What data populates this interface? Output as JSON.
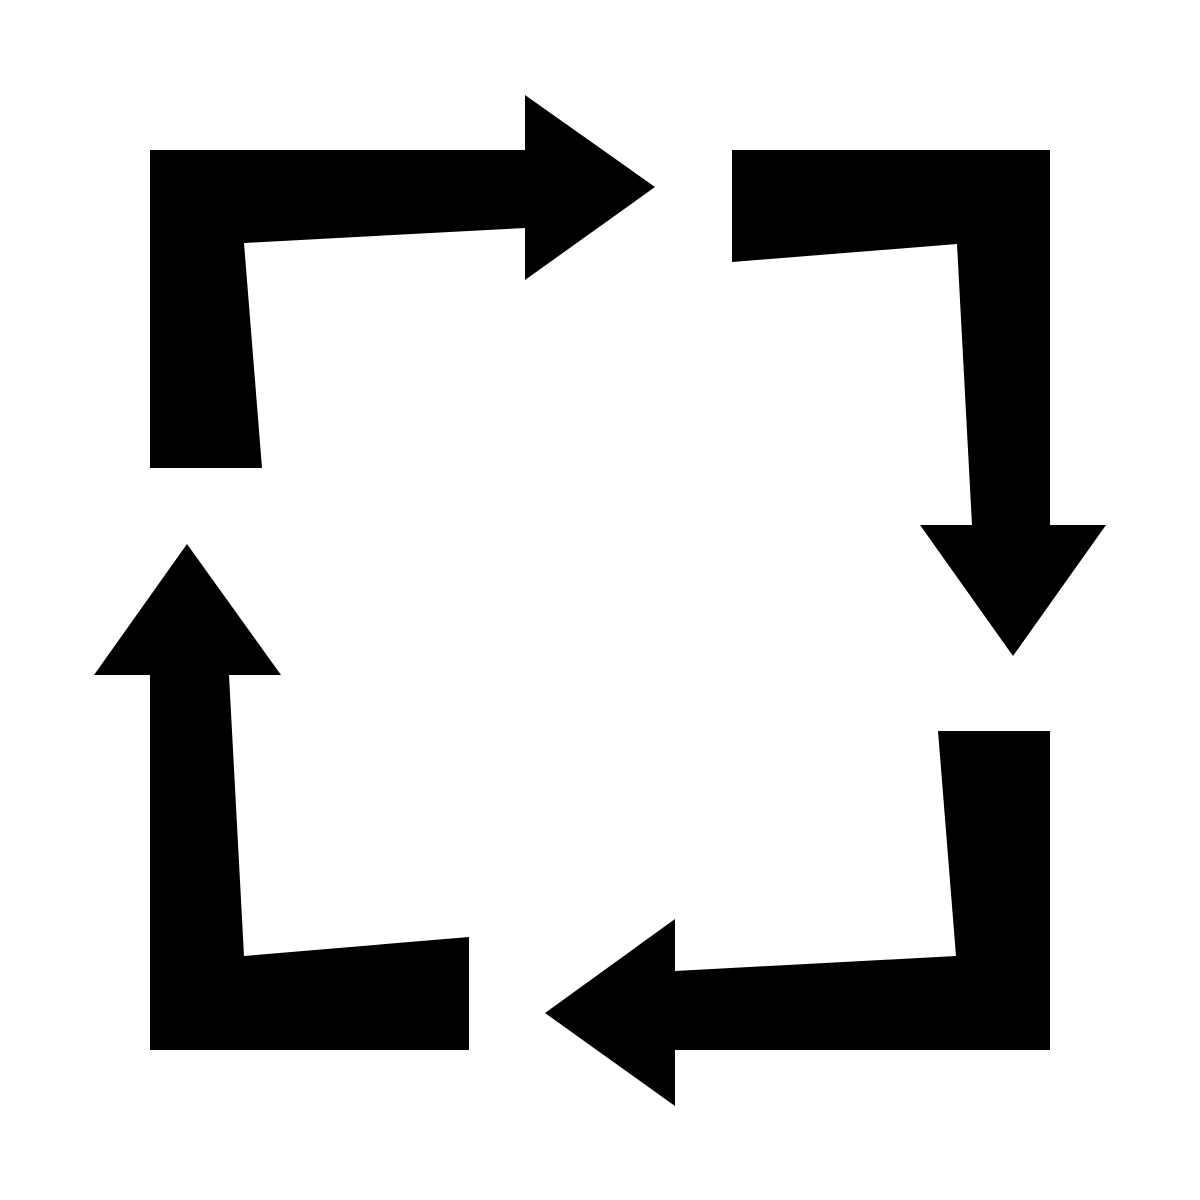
{
  "diagram": {
    "kind": "cycle",
    "direction": "clockwise",
    "arrow_count": 4,
    "colors": {
      "background": "#ffffff",
      "arrow_fill": "#000000"
    },
    "icons": [
      "cycle-arrow-top-right-icon",
      "cycle-arrow-right-down-icon",
      "cycle-arrow-bottom-left-icon",
      "cycle-arrow-left-up-icon"
    ]
  }
}
